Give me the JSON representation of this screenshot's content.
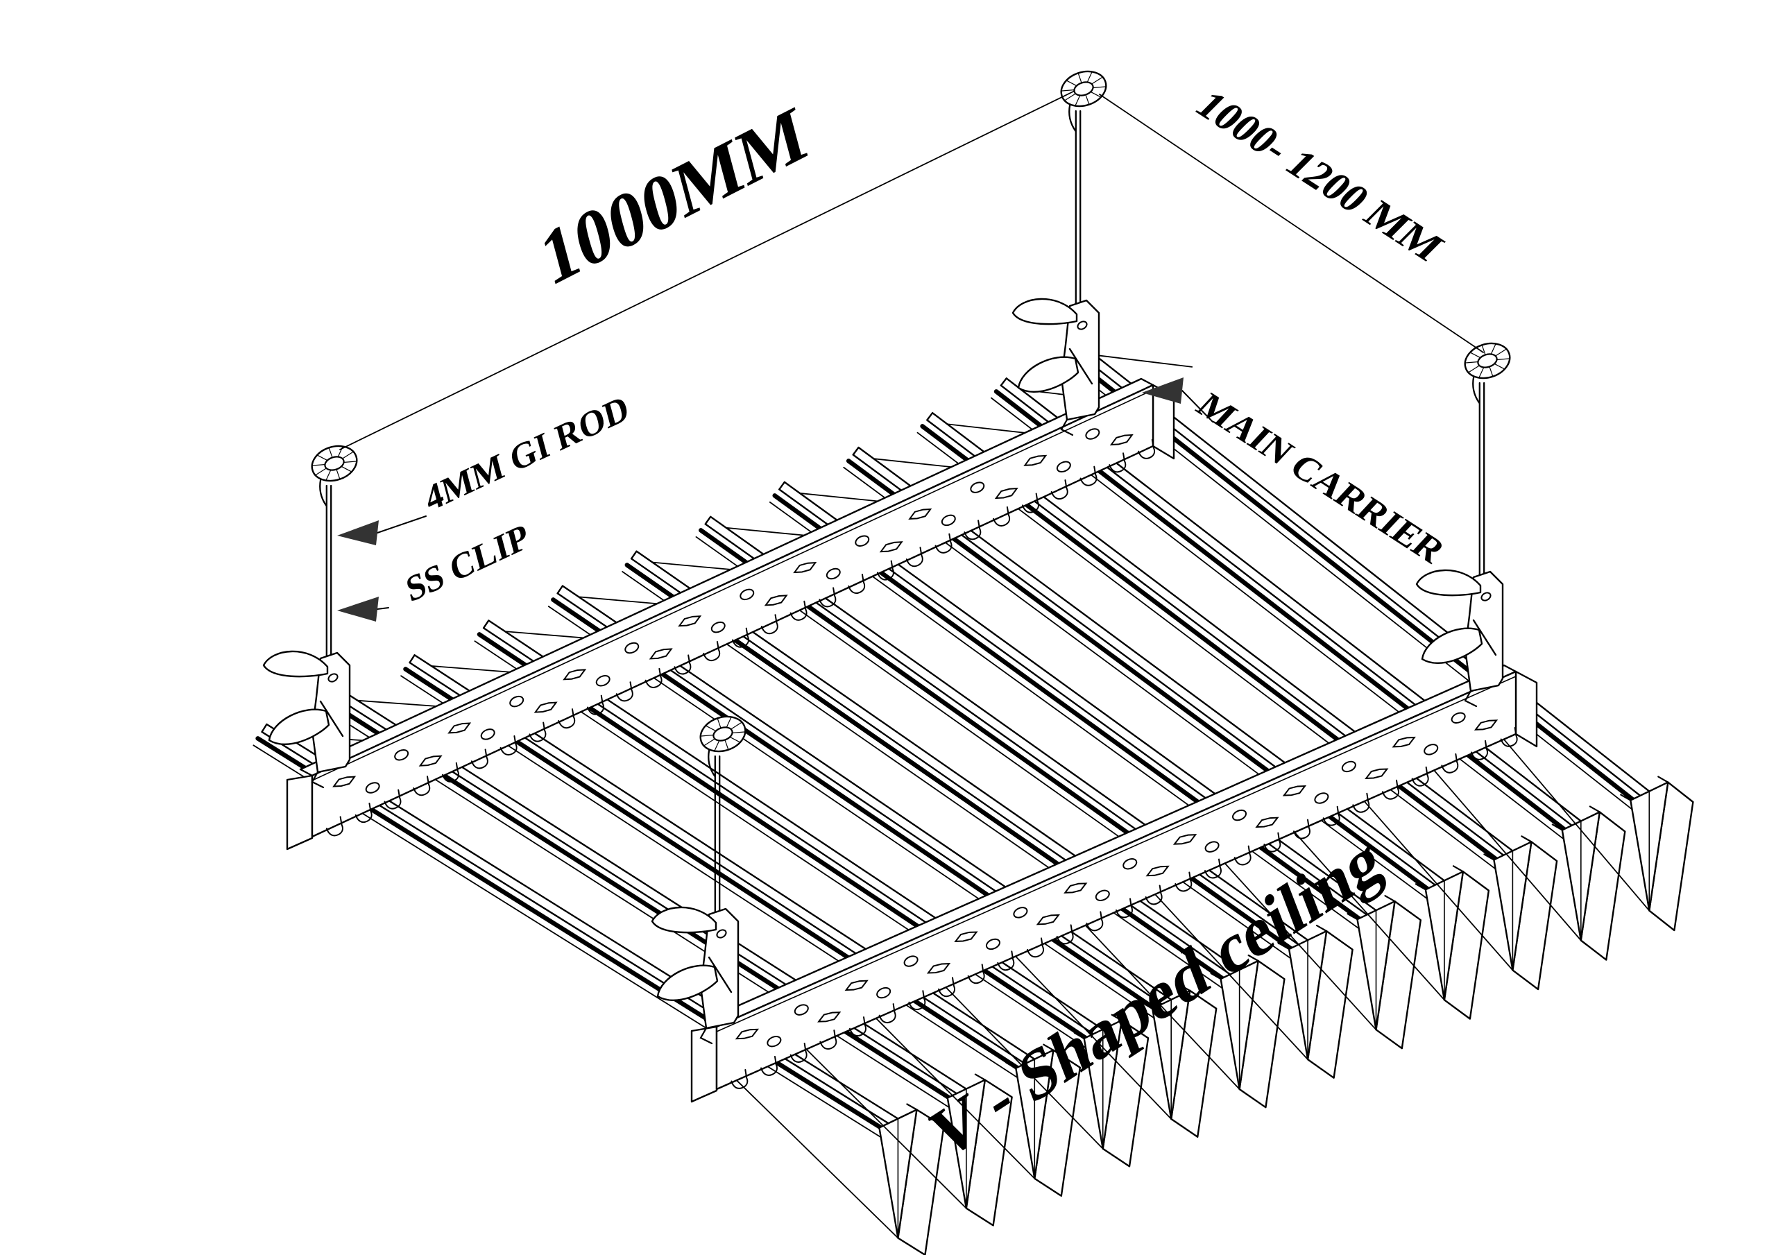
{
  "drawing": {
    "title": "V - Shaped ceiling",
    "dimension_span": "1000MM",
    "dimension_drop": "1000- 1200 MM",
    "label_rod": "4MM GI ROD",
    "label_clip": "SS CLIP",
    "label_carrier": "MAIN CARRIER"
  },
  "colors": {
    "ink": "#000000",
    "paper": "#ffffff",
    "arrowhead": "#333333"
  }
}
